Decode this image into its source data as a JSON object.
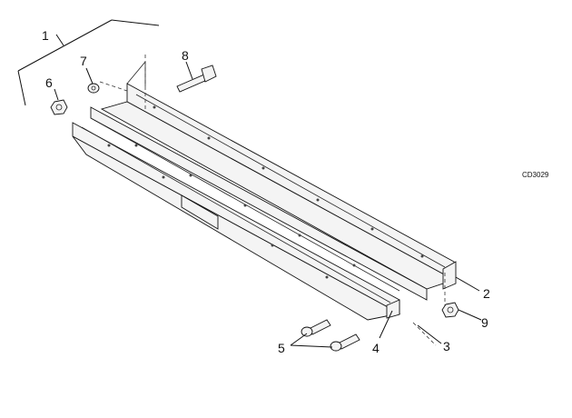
{
  "figure": {
    "reference_code": "CD3029",
    "callouts": [
      {
        "id": "c1",
        "label": "1"
      },
      {
        "id": "c2",
        "label": "2"
      },
      {
        "id": "c3",
        "label": "3"
      },
      {
        "id": "c4",
        "label": "4"
      },
      {
        "id": "c5",
        "label": "5"
      },
      {
        "id": "c6",
        "label": "6"
      },
      {
        "id": "c7",
        "label": "7"
      },
      {
        "id": "c8",
        "label": "8"
      },
      {
        "id": "c9",
        "label": "9"
      }
    ]
  }
}
